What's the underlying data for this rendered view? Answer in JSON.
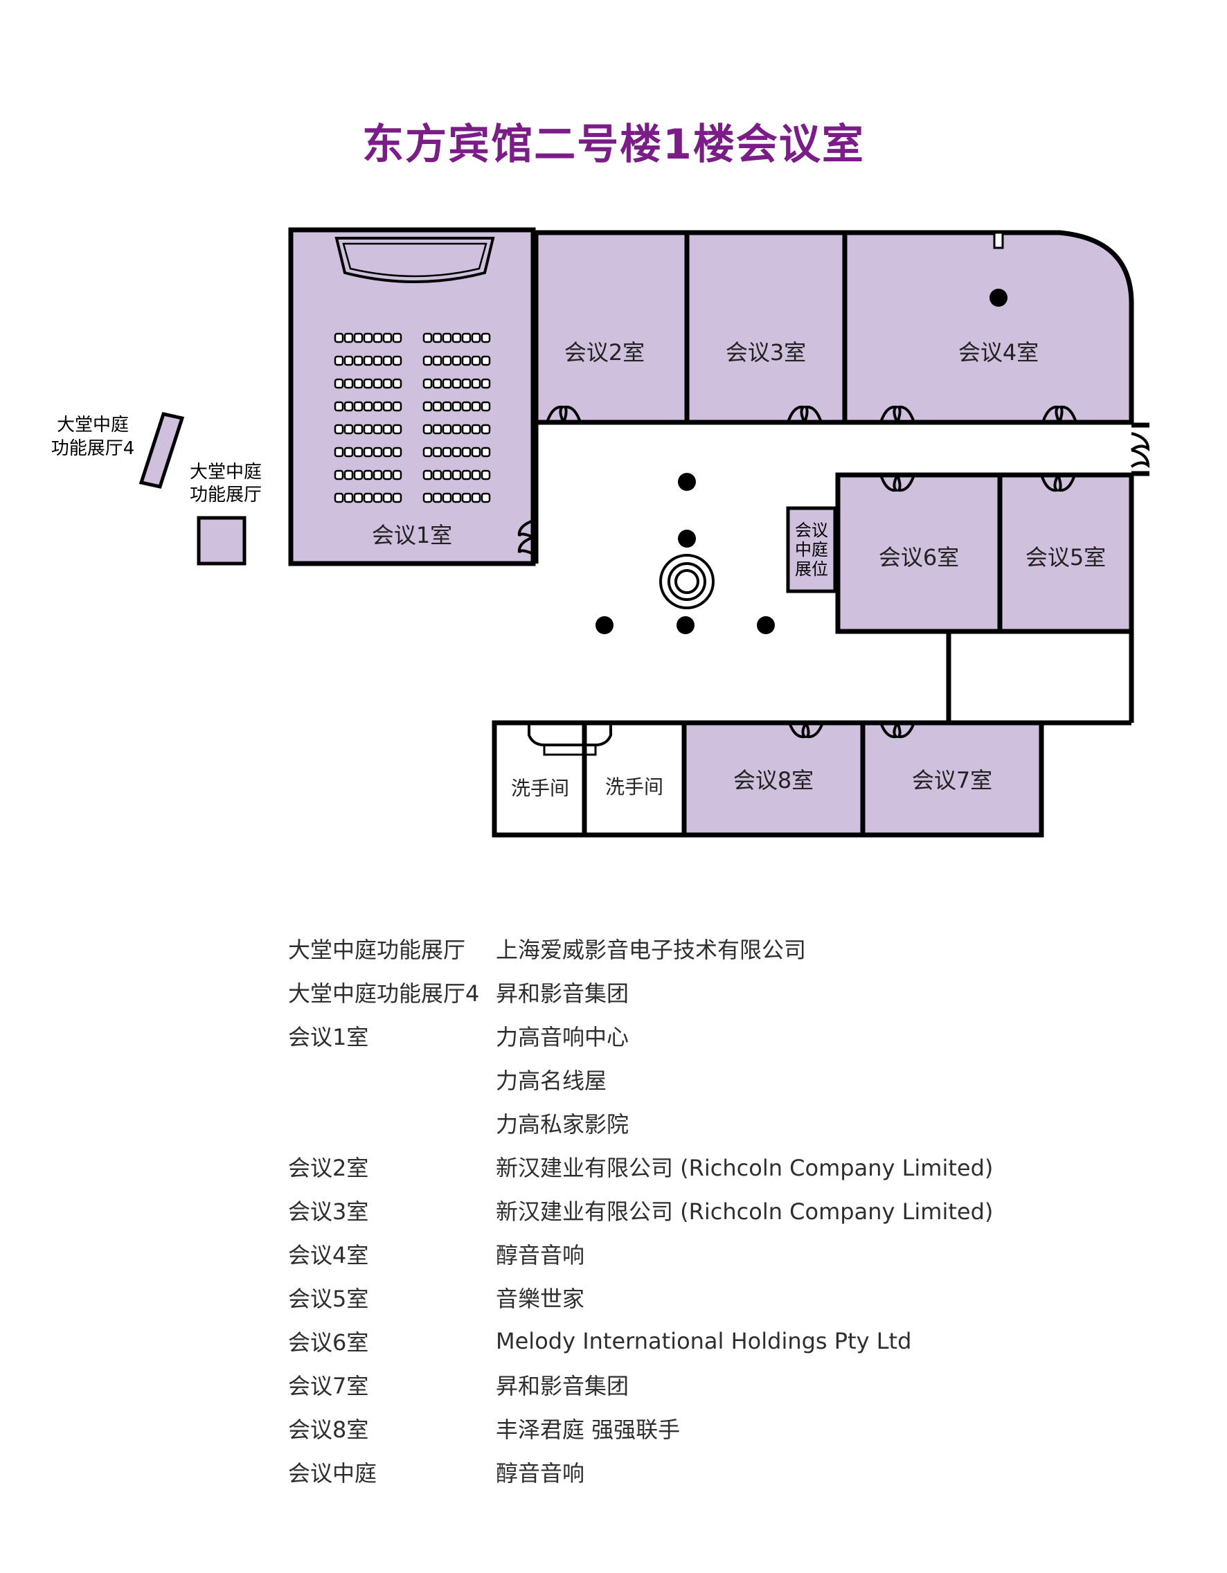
{
  "title": "东方宾馆二号楼1楼会议室",
  "floorplan": {
    "room1": "会议1室",
    "room2": "会议2室",
    "room3": "会议3室",
    "room4": "会议4室",
    "room5": "会议5室",
    "room6": "会议6室",
    "room7": "会议7室",
    "room8": "会议8室",
    "atrium_booth": [
      "会议",
      "中庭",
      "展位"
    ],
    "lobby_hall4": [
      "大堂中庭",
      "功能展厅4"
    ],
    "lobby_hall": [
      "大堂中庭",
      "功能展厅"
    ],
    "washroom_a": "洗手间",
    "washroom_b": "洗手间"
  },
  "colors": {
    "title": "#7a1d87",
    "room_fill": "#cfc1de"
  },
  "legend": [
    {
      "room": "大堂中庭功能展厅",
      "exhibitor": "上海爱威影音电子技术有限公司"
    },
    {
      "room": "大堂中庭功能展厅4",
      "exhibitor": "昇和影音集团"
    },
    {
      "room": "会议1室",
      "exhibitor": "力高音响中心"
    },
    {
      "room": "",
      "exhibitor": "力高名线屋"
    },
    {
      "room": "",
      "exhibitor": "力高私家影院"
    },
    {
      "room": "会议2室",
      "exhibitor": "新汉建业有限公司 (Richcoln Company Limited)"
    },
    {
      "room": "会议3室",
      "exhibitor": "新汉建业有限公司 (Richcoln Company Limited)"
    },
    {
      "room": "会议4室",
      "exhibitor": "醇音音响"
    },
    {
      "room": "会议5室",
      "exhibitor": "音樂世家"
    },
    {
      "room": "会议6室",
      "exhibitor": "Melody International Holdings Pty Ltd"
    },
    {
      "room": "会议7室",
      "exhibitor": "昇和影音集团"
    },
    {
      "room": "会议8室",
      "exhibitor": "丰泽君庭 强强联手"
    },
    {
      "room": "会议中庭",
      "exhibitor": "醇音音响"
    }
  ]
}
